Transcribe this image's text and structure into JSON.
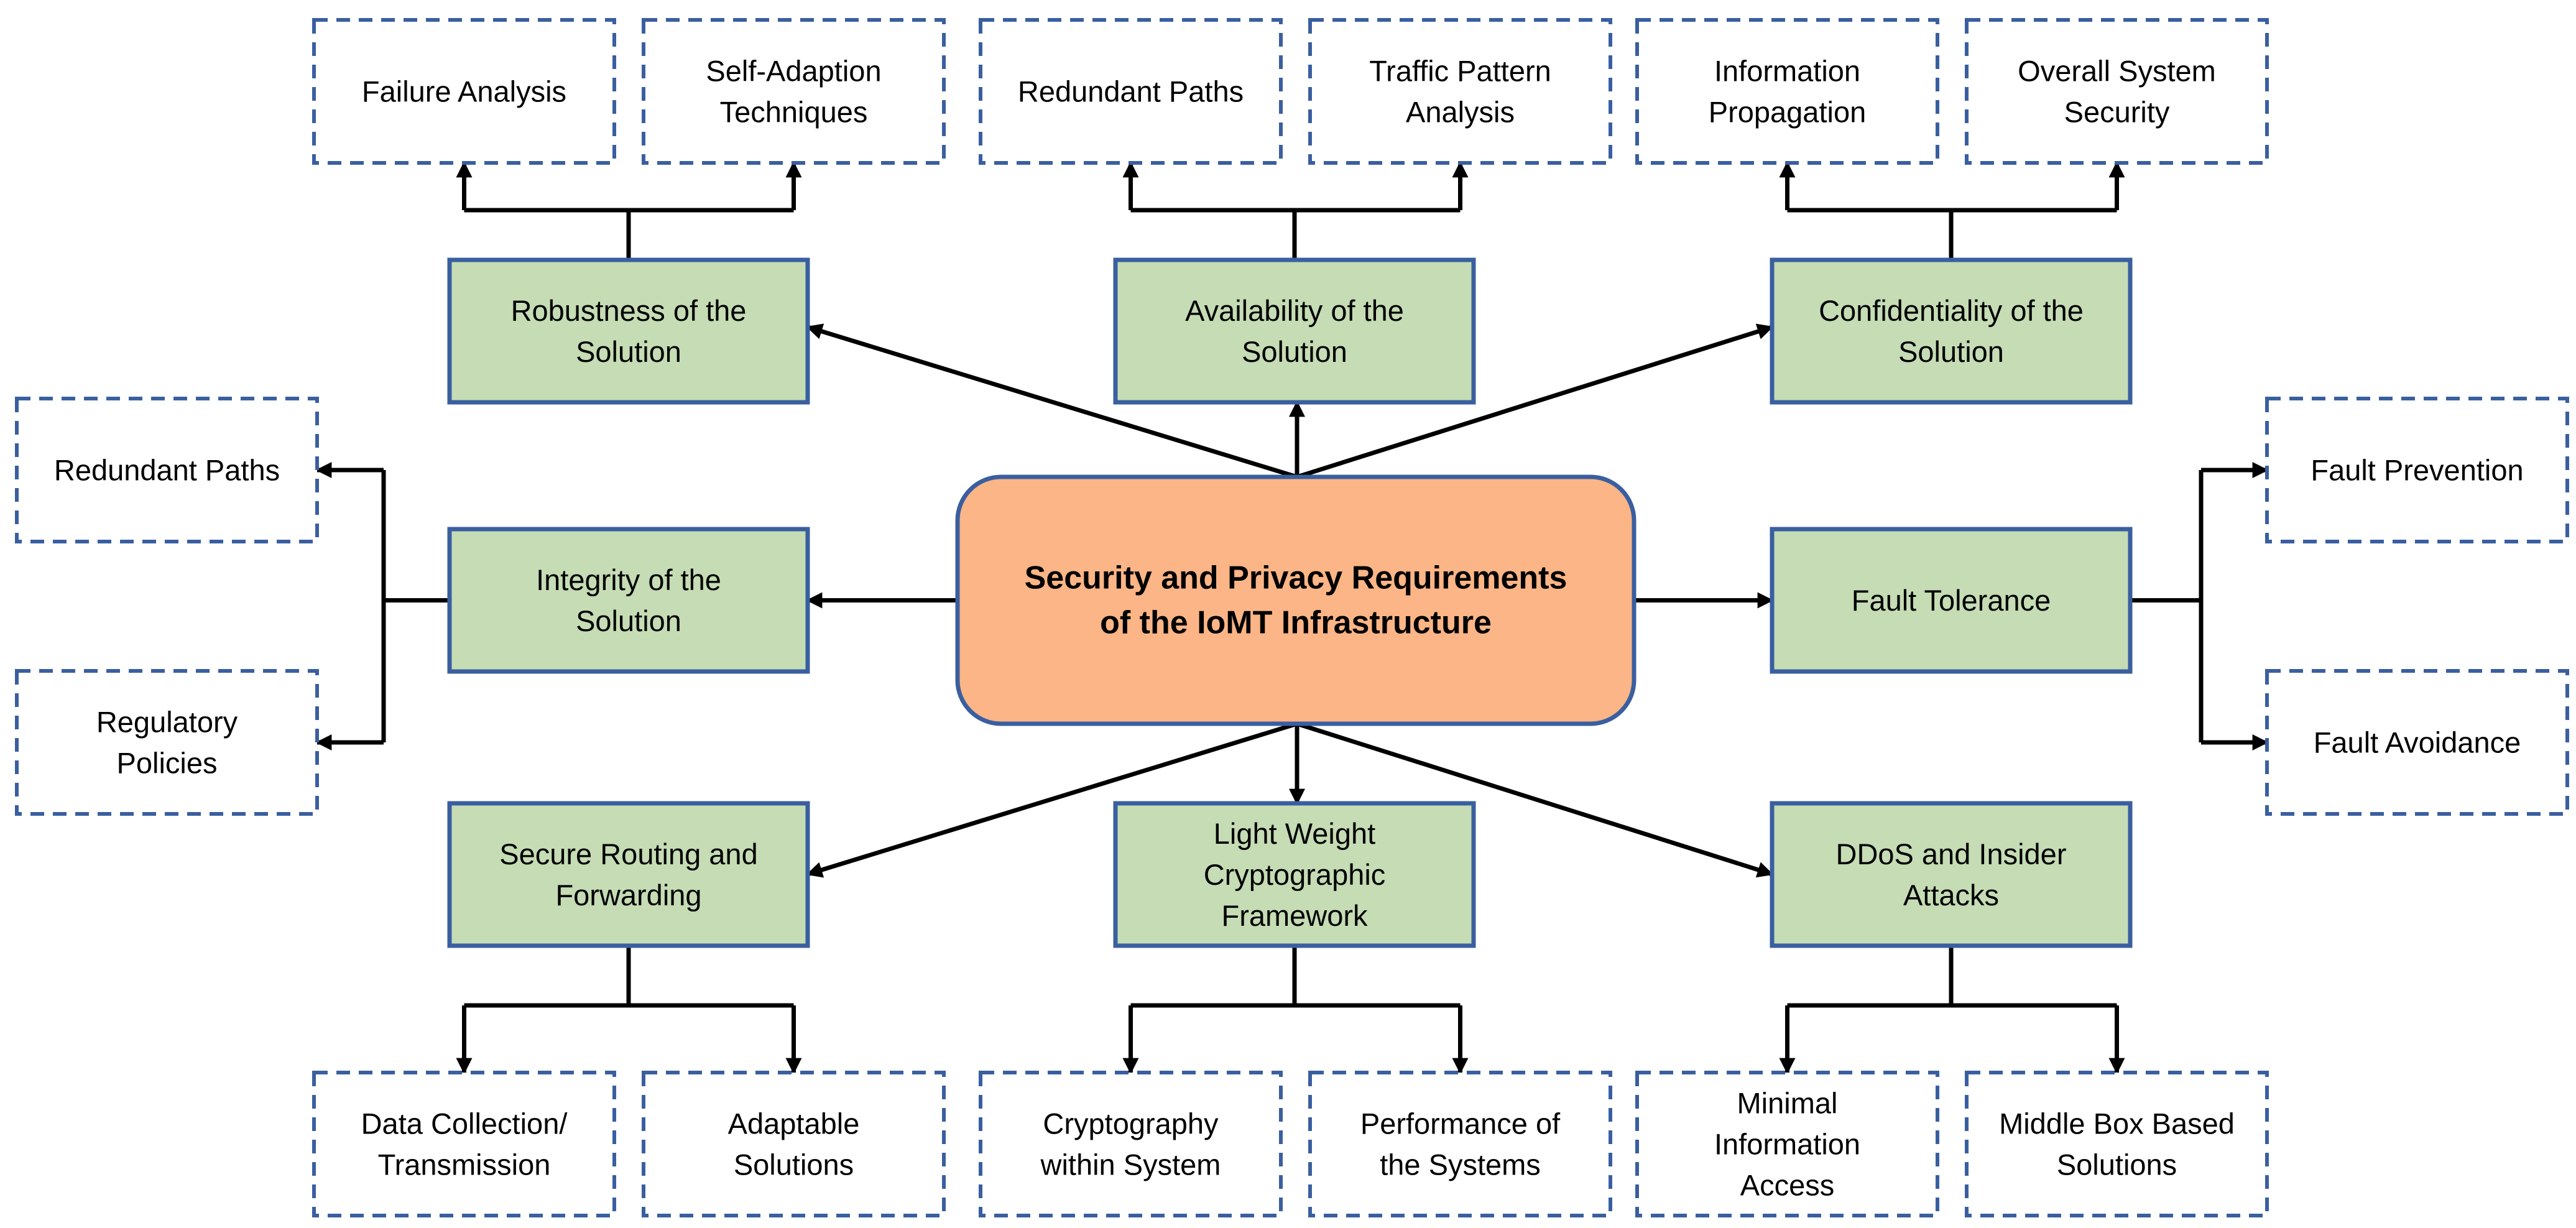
{
  "diagram": {
    "center": {
      "lines": [
        "Security and Privacy Requirements",
        "of the IoMT Infrastructure"
      ],
      "fill": "#fbb586",
      "stroke": "#3a5fa0"
    },
    "colors": {
      "requirement_fill": "#c5dcb4",
      "requirement_stroke": "#3a5fa0",
      "aspect_stroke": "#3a5fa0",
      "connector": "#000000"
    },
    "requirements": [
      {
        "id": "robustness",
        "lines": [
          "Robustness of the",
          "Solution"
        ]
      },
      {
        "id": "availability",
        "lines": [
          "Availability of the",
          "Solution"
        ]
      },
      {
        "id": "confidentiality",
        "lines": [
          "Confidentiality of the",
          "Solution"
        ]
      },
      {
        "id": "integrity",
        "lines": [
          "Integrity of the",
          "Solution"
        ]
      },
      {
        "id": "fault-tolerance",
        "lines": [
          "Fault Tolerance"
        ]
      },
      {
        "id": "secure-routing",
        "lines": [
          "Secure Routing and",
          "Forwarding"
        ]
      },
      {
        "id": "lightweight-crypto",
        "lines": [
          "Light Weight",
          "Cryptographic",
          "Framework"
        ]
      },
      {
        "id": "ddos",
        "lines": [
          "DDoS and Insider",
          "Attacks"
        ]
      }
    ],
    "aspects": [
      {
        "id": "failure-analysis",
        "parent": "robustness",
        "lines": [
          "Failure Analysis"
        ]
      },
      {
        "id": "self-adaption",
        "parent": "robustness",
        "lines": [
          "Self-Adaption",
          "Techniques"
        ]
      },
      {
        "id": "redundant-paths-top",
        "parent": "availability",
        "lines": [
          "Redundant Paths"
        ]
      },
      {
        "id": "traffic-pattern",
        "parent": "availability",
        "lines": [
          "Traffic Pattern",
          "Analysis"
        ]
      },
      {
        "id": "information-propagation",
        "parent": "confidentiality",
        "lines": [
          "Information",
          "Propagation"
        ]
      },
      {
        "id": "overall-security",
        "parent": "confidentiality",
        "lines": [
          "Overall System",
          "Security"
        ]
      },
      {
        "id": "redundant-paths-left",
        "parent": "integrity",
        "lines": [
          "Redundant Paths"
        ]
      },
      {
        "id": "regulatory-policies",
        "parent": "integrity",
        "lines": [
          "Regulatory",
          "Policies"
        ]
      },
      {
        "id": "fault-prevention",
        "parent": "fault-tolerance",
        "lines": [
          "Fault Prevention"
        ]
      },
      {
        "id": "fault-avoidance",
        "parent": "fault-tolerance",
        "lines": [
          "Fault Avoidance"
        ]
      },
      {
        "id": "data-collection",
        "parent": "secure-routing",
        "lines": [
          "Data Collection/",
          "Transmission"
        ]
      },
      {
        "id": "adaptable-solutions",
        "parent": "secure-routing",
        "lines": [
          "Adaptable",
          "Solutions"
        ]
      },
      {
        "id": "cryptography-within",
        "parent": "lightweight-crypto",
        "lines": [
          "Cryptography",
          "within System"
        ]
      },
      {
        "id": "performance-systems",
        "parent": "lightweight-crypto",
        "lines": [
          "Performance of",
          "the Systems"
        ]
      },
      {
        "id": "minimal-info-access",
        "parent": "ddos",
        "lines": [
          "Minimal",
          "Information",
          "Access"
        ]
      },
      {
        "id": "middle-box",
        "parent": "ddos",
        "lines": [
          "Middle Box Based",
          "Solutions"
        ]
      }
    ]
  }
}
